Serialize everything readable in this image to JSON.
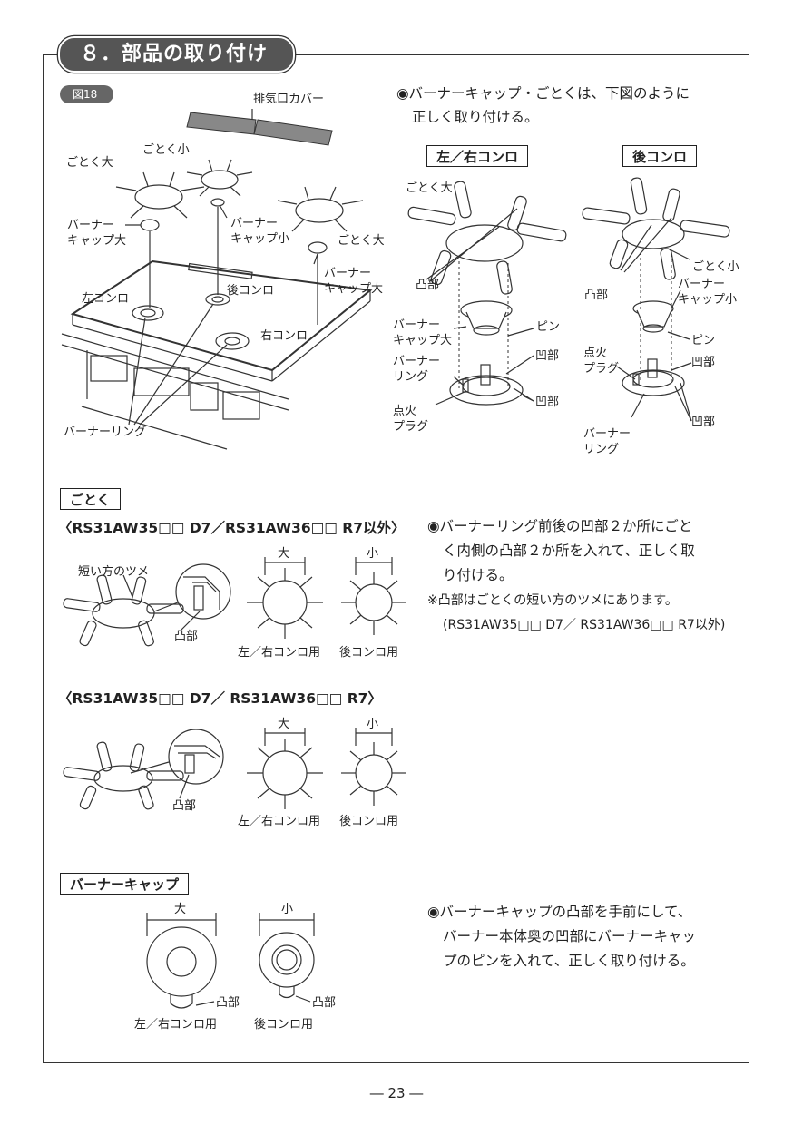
{
  "section": {
    "title": "８．部品の取り付け",
    "figure_label": "図18"
  },
  "top_diagram": {
    "labels": {
      "exhaust_cover": "排気口カバー",
      "gotoku_large": "ごとく大",
      "gotoku_small": "ごとく小",
      "gotoku_large_right": "ごとく大",
      "cap_large_1": "バーナー",
      "cap_large_2": "キャップ大",
      "cap_small_1": "バーナー",
      "cap_small_2": "キャップ小",
      "cap_large_r1": "バーナー",
      "cap_large_r2": "キャップ大",
      "left_burner": "左コンロ",
      "rear_burner": "後コンロ",
      "right_burner": "右コンロ",
      "burner_ring": "バーナーリング"
    }
  },
  "intro_text_1": "◉バーナーキャップ・ごとくは、下図のように",
  "intro_text_2": "正しく取り付ける。",
  "left_right_box": "左／右コンロ",
  "rear_box": "後コンロ",
  "detail_labels": {
    "gotoku_large": "ごとく大",
    "convex_1": "凸部",
    "cap_large_1": "バーナー",
    "cap_large_2": "キャップ大",
    "pin": "ピン",
    "concave_1": "凹部",
    "ring_1": "バーナー",
    "ring_2": "リング",
    "concave_2": "凹部",
    "ignition_1": "点火",
    "ignition_2": "プラグ",
    "r_convex": "凸部",
    "r_gotoku_small": "ごとく小",
    "r_cap_1": "バーナー",
    "r_cap_2": "キャップ小",
    "r_pin": "ピン",
    "r_ignition_1": "点火",
    "r_ignition_2": "プラグ",
    "r_concave_1": "凹部",
    "r_concave_2": "凹部",
    "r_ring_1": "バーナー",
    "r_ring_2": "リング"
  },
  "gotoku_section": {
    "heading": "ごとく",
    "model_a": "〈RS31AW35□□ D7／RS31AW36□□ R7以外〉",
    "short_claw": "短い方のツメ",
    "convex_a": "凸部",
    "large": "大",
    "small": "小",
    "use_lr_a": "左／右コンロ用",
    "use_rear_a": "後コンロ用",
    "text_1": "◉バーナーリング前後の凹部２か所にごと",
    "text_2": "く内側の凸部２か所を入れて、正しく取",
    "text_3": "り付ける。",
    "note_1": "※凸部はごとくの短い方のツメにあります。",
    "note_2": "(RS31AW35□□ D7／ RS31AW36□□ R7以外)",
    "model_b": "〈RS31AW35□□ D7／ RS31AW36□□ R7〉",
    "convex_b": "凸部",
    "large_b": "大",
    "small_b": "小",
    "use_lr_b": "左／右コンロ用",
    "use_rear_b": "後コンロ用"
  },
  "cap_section": {
    "heading": "バーナーキャップ",
    "large": "大",
    "small": "小",
    "convex_l": "凸部",
    "convex_s": "凸部",
    "use_lr": "左／右コンロ用",
    "use_rear": "後コンロ用",
    "text_1": "◉バーナーキャップの凸部を手前にして、",
    "text_2": "バーナー本体奥の凹部にバーナーキャッ",
    "text_3": "プのピンを入れて、正しく取り付ける。"
  },
  "page_number": "― 23 ―"
}
